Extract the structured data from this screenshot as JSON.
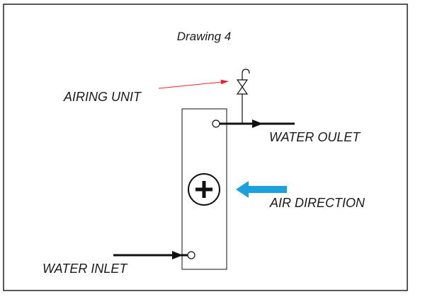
{
  "diagram": {
    "title": "Drawing 4",
    "labels": {
      "airing_unit": "AIRING UNIT",
      "water_outlet": "WATER OULET",
      "air_direction": "AIR DIRECTION",
      "water_inlet": "WATER INLET"
    },
    "icons": {
      "valve": "valve-icon",
      "fan": "fan-plus-icon"
    },
    "colors": {
      "pointer": "#e3222b",
      "air_arrow": "#1ba1dd",
      "line": "#111111"
    }
  }
}
